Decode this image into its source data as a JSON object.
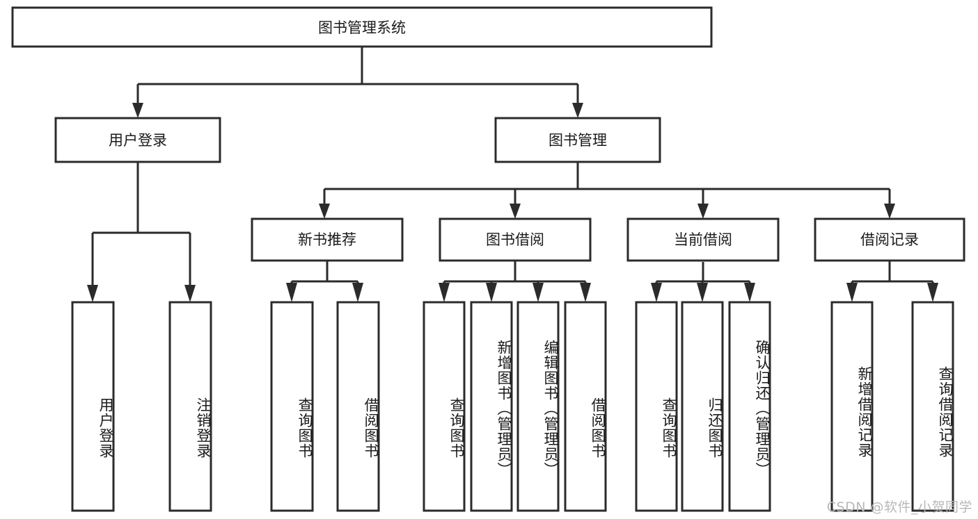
{
  "diagram": {
    "type": "tree-hierarchy",
    "title": "图书管理系统",
    "root": {
      "id": "root",
      "label": "图书管理系统",
      "orientation": "horizontal"
    },
    "level2": [
      {
        "id": "user-login",
        "label": "用户登录",
        "orientation": "horizontal"
      },
      {
        "id": "book-manage",
        "label": "图书管理",
        "orientation": "horizontal"
      }
    ],
    "level3": [
      {
        "id": "new-book-recommend",
        "label": "新书推荐",
        "parent": "book-manage",
        "orientation": "horizontal"
      },
      {
        "id": "book-borrow",
        "label": "图书借阅",
        "parent": "book-manage",
        "orientation": "horizontal"
      },
      {
        "id": "current-borrow",
        "label": "当前借阅",
        "parent": "book-manage",
        "orientation": "horizontal"
      },
      {
        "id": "borrow-record",
        "label": "借阅记录",
        "parent": "book-manage",
        "orientation": "horizontal"
      }
    ],
    "leaves": [
      {
        "id": "leaf-user-login",
        "label": "用户登录",
        "parent": "user-login",
        "orientation": "vertical"
      },
      {
        "id": "leaf-logout-login",
        "label": "注销登录",
        "parent": "user-login",
        "orientation": "vertical"
      },
      {
        "id": "leaf-query-book-1",
        "label": "查询图书",
        "parent": "new-book-recommend",
        "orientation": "vertical"
      },
      {
        "id": "leaf-borrow-book-1",
        "label": "借阅图书",
        "parent": "new-book-recommend",
        "orientation": "vertical"
      },
      {
        "id": "leaf-query-book-2",
        "label": "查询图书",
        "parent": "book-borrow",
        "orientation": "vertical"
      },
      {
        "id": "leaf-add-book",
        "label": "新增图书（管理员）",
        "parent": "book-borrow",
        "orientation": "vertical"
      },
      {
        "id": "leaf-edit-book",
        "label": "编辑图书（管理员）",
        "parent": "book-borrow",
        "orientation": "vertical"
      },
      {
        "id": "leaf-borrow-book-2",
        "label": "借阅图书",
        "parent": "book-borrow",
        "orientation": "vertical"
      },
      {
        "id": "leaf-query-book-3",
        "label": "查询图书",
        "parent": "current-borrow",
        "orientation": "vertical"
      },
      {
        "id": "leaf-return-book",
        "label": "归还图书",
        "parent": "current-borrow",
        "orientation": "vertical"
      },
      {
        "id": "leaf-confirm-return",
        "label": "确认归还（管理员）",
        "parent": "current-borrow",
        "orientation": "vertical"
      },
      {
        "id": "leaf-add-record",
        "label": "新增借阅记录",
        "parent": "borrow-record",
        "orientation": "vertical"
      },
      {
        "id": "leaf-query-record",
        "label": "查询借阅记录",
        "parent": "borrow-record",
        "orientation": "vertical"
      }
    ],
    "colors": {
      "box_stroke": "#2b2b2b",
      "box_fill": "#ffffff",
      "connector": "#2b2b2b",
      "text": "#1a1a1a",
      "watermark": "#b8b8b8",
      "background": "#ffffff"
    }
  },
  "watermark": {
    "text": "CSDN @软件_小贺同学"
  }
}
